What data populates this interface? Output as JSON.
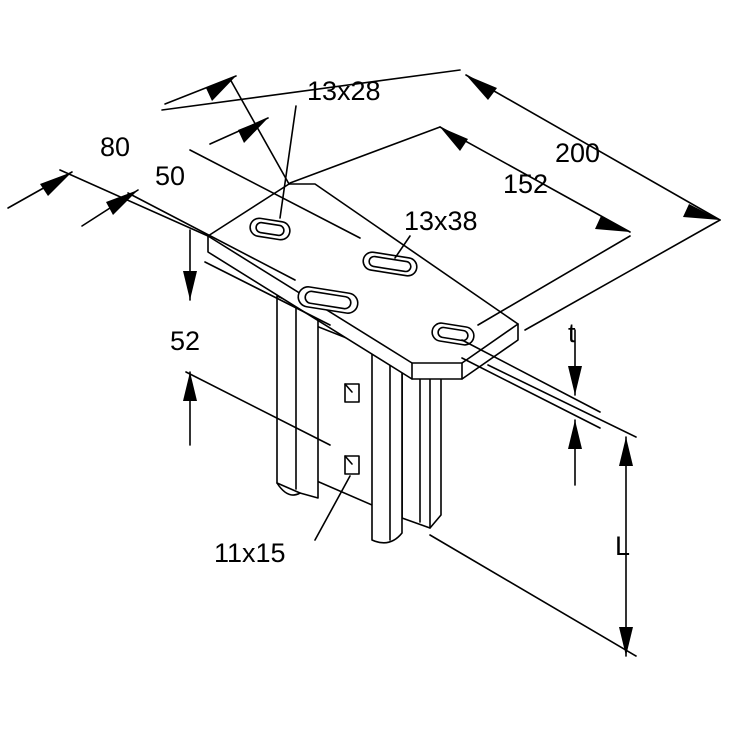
{
  "labels": {
    "dim_13x28": "13x28",
    "dim_80": "80",
    "dim_50": "50",
    "dim_200": "200",
    "dim_152": "152",
    "dim_13x38": "13x38",
    "dim_t": "t",
    "dim_52": "52",
    "dim_L": "L",
    "dim_11x15": "11x15"
  },
  "colors": {
    "line": "#000000",
    "background": "#ffffff"
  }
}
